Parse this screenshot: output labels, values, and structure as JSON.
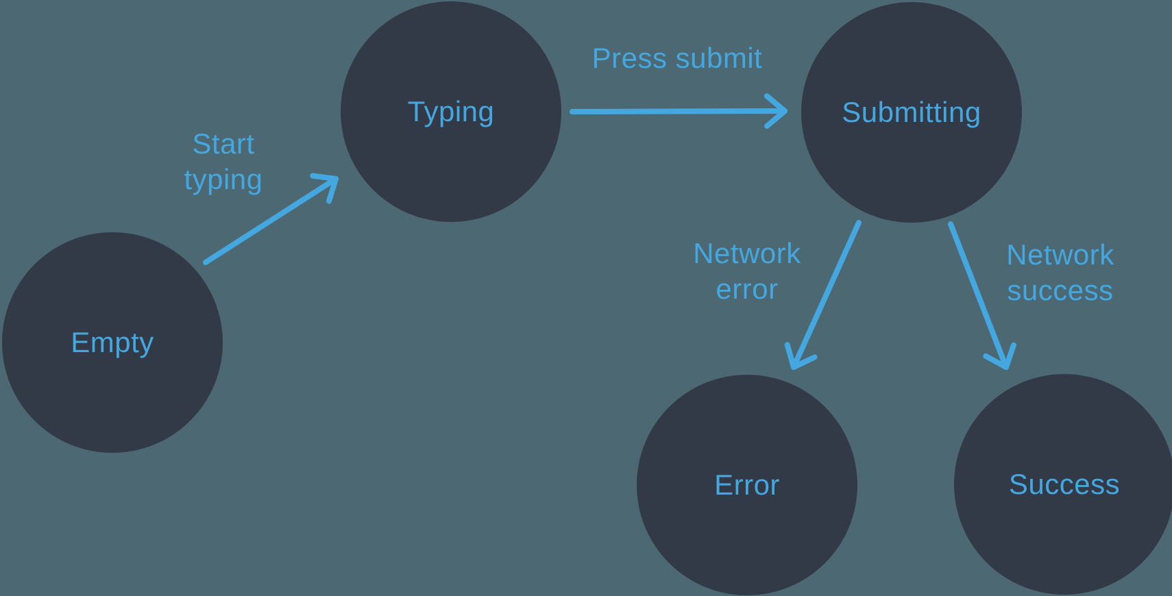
{
  "diagram": {
    "type": "state-machine",
    "background_color": "#4C6872",
    "node_color": "#333A47",
    "accent_color": "#45A7E0",
    "nodes": [
      {
        "id": "empty",
        "label": "Empty"
      },
      {
        "id": "typing",
        "label": "Typing"
      },
      {
        "id": "submitting",
        "label": "Submitting"
      },
      {
        "id": "error",
        "label": "Error"
      },
      {
        "id": "success",
        "label": "Success"
      }
    ],
    "edges": [
      {
        "from": "empty",
        "to": "typing",
        "label": "Start typing"
      },
      {
        "from": "typing",
        "to": "submitting",
        "label": "Press submit"
      },
      {
        "from": "submitting",
        "to": "error",
        "label": "Network error"
      },
      {
        "from": "submitting",
        "to": "success",
        "label": "Network success"
      }
    ]
  }
}
